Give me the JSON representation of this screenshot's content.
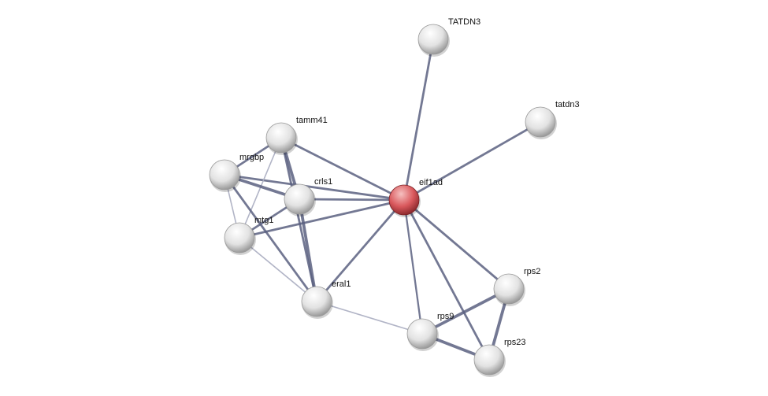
{
  "network": {
    "colors": {
      "edge": "#5a6080",
      "edge_light": "#a8acc0",
      "node": "#e6e6e6",
      "query_node": "#d9585c"
    },
    "nodes": [
      {
        "id": "TATDN3",
        "label": "TATDN3",
        "query": false
      },
      {
        "id": "tatdn3",
        "label": "tatdn3",
        "query": false
      },
      {
        "id": "tamm41",
        "label": "tamm41",
        "query": false
      },
      {
        "id": "mrgbp",
        "label": "mrgbp",
        "query": false
      },
      {
        "id": "crls1",
        "label": "crls1",
        "query": false
      },
      {
        "id": "eif1ad",
        "label": "eif1ad",
        "query": true
      },
      {
        "id": "mtg1",
        "label": "mtg1",
        "query": false
      },
      {
        "id": "eral1",
        "label": "eral1",
        "query": false
      },
      {
        "id": "rps2",
        "label": "rps2",
        "query": false
      },
      {
        "id": "rps9",
        "label": "rps9",
        "query": false
      },
      {
        "id": "rps23",
        "label": "rps23",
        "query": false
      }
    ],
    "edges": [
      [
        "eif1ad",
        "TATDN3",
        2
      ],
      [
        "eif1ad",
        "tatdn3",
        2
      ],
      [
        "eif1ad",
        "tamm41",
        2
      ],
      [
        "eif1ad",
        "mrgbp",
        2
      ],
      [
        "eif1ad",
        "crls1",
        2
      ],
      [
        "eif1ad",
        "mtg1",
        2
      ],
      [
        "eif1ad",
        "eral1",
        2
      ],
      [
        "eif1ad",
        "rps2",
        2
      ],
      [
        "eif1ad",
        "rps9",
        1.5
      ],
      [
        "eif1ad",
        "rps23",
        2
      ],
      [
        "tamm41",
        "mrgbp",
        2
      ],
      [
        "tamm41",
        "crls1",
        3
      ],
      [
        "tamm41",
        "mtg1",
        1
      ],
      [
        "tamm41",
        "eral1",
        2
      ],
      [
        "mrgbp",
        "crls1",
        3
      ],
      [
        "mrgbp",
        "mtg1",
        1
      ],
      [
        "mrgbp",
        "eral1",
        2
      ],
      [
        "crls1",
        "mtg1",
        2
      ],
      [
        "crls1",
        "eral1",
        3
      ],
      [
        "mtg1",
        "eral1",
        1
      ],
      [
        "eral1",
        "rps9",
        0.6
      ],
      [
        "rps2",
        "rps9",
        3
      ],
      [
        "rps2",
        "rps23",
        3
      ],
      [
        "rps9",
        "rps23",
        3
      ]
    ]
  }
}
